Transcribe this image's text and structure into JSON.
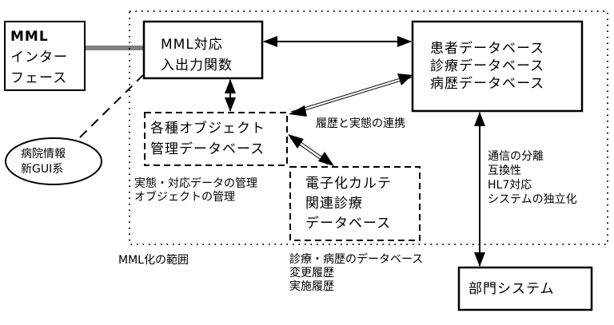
{
  "diagram": {
    "scope_label": "MML化の範囲",
    "nodes": {
      "mml_interface": {
        "lines": [
          "MML",
          "インター",
          "フェース"
        ]
      },
      "mml_io": {
        "lines": [
          "MML対応",
          "入出力関数"
        ]
      },
      "patient_db": {
        "lines": [
          "患者データベース",
          "診療データベース",
          "病歴データベース"
        ]
      },
      "object_mgmt_db": {
        "lines": [
          "各種オブジェクト",
          "管理データベース"
        ]
      },
      "ekarte_db": {
        "lines": [
          "電子化カルテ",
          "関連診療",
          "データベース"
        ]
      },
      "hospital_gui": {
        "lines": [
          "病院情報",
          "新GUI系"
        ]
      },
      "department_system": {
        "lines": [
          "部門システム"
        ]
      }
    },
    "annotations": {
      "history_link": "履歴と実態の連携",
      "object_mgmt_note": [
        "実態・対応データの管理",
        "オブジェクトの管理"
      ],
      "ekarte_note": [
        "診療・病歴のデータベース",
        "変更履歴",
        "実施履歴"
      ],
      "department_note": [
        "通信の分離",
        "互換性",
        "HL7対応",
        "システムの独立化"
      ]
    },
    "edges": [
      {
        "from": "mml_interface",
        "to": "mml_io",
        "style": "double-line"
      },
      {
        "from": "mml_io",
        "to": "patient_db",
        "style": "bidirectional-arrow"
      },
      {
        "from": "mml_io",
        "to": "object_mgmt_db",
        "style": "bidirectional-arrow"
      },
      {
        "from": "object_mgmt_db",
        "to": "patient_db",
        "style": "bidirectional-double-arrow"
      },
      {
        "from": "object_mgmt_db",
        "to": "ekarte_db",
        "style": "bidirectional-double-arrow"
      },
      {
        "from": "patient_db",
        "to": "department_system",
        "style": "bidirectional-arrow"
      },
      {
        "from": "hospital_gui",
        "to": "mml_io",
        "style": "dashed-line"
      }
    ]
  }
}
